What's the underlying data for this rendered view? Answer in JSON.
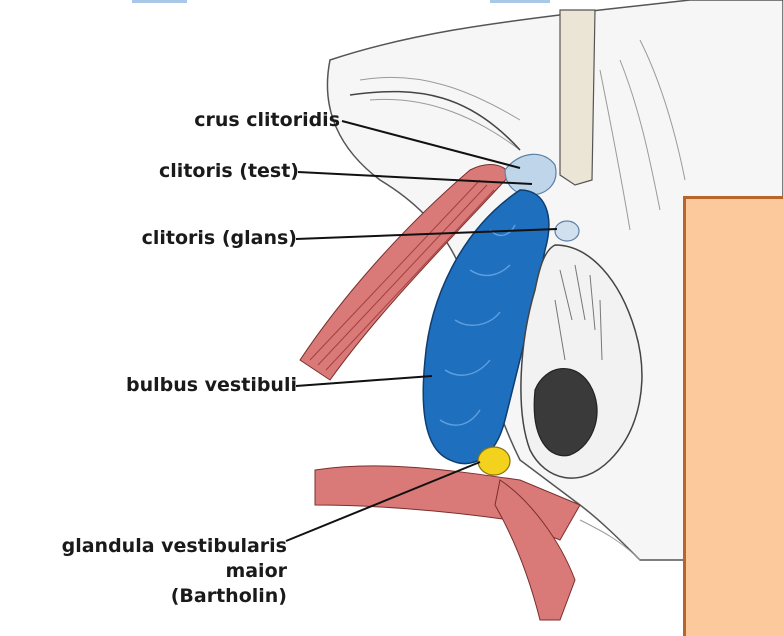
{
  "labels": {
    "crus": "crus clitoridis",
    "test": "clitoris (test)",
    "glans": "clitoris (glans)",
    "bulbus": "bulbus vestibuli",
    "gland_line1": "glandula vestibularis",
    "gland_line2": "maior",
    "gland_line3": "(Bartholin)"
  },
  "colors": {
    "bulbus": "#1f6fbf",
    "gland": "#f2d21d",
    "muscle": "#d97a78",
    "overlay_box": "#fbc99b",
    "overlay_border": "#b8642a"
  }
}
